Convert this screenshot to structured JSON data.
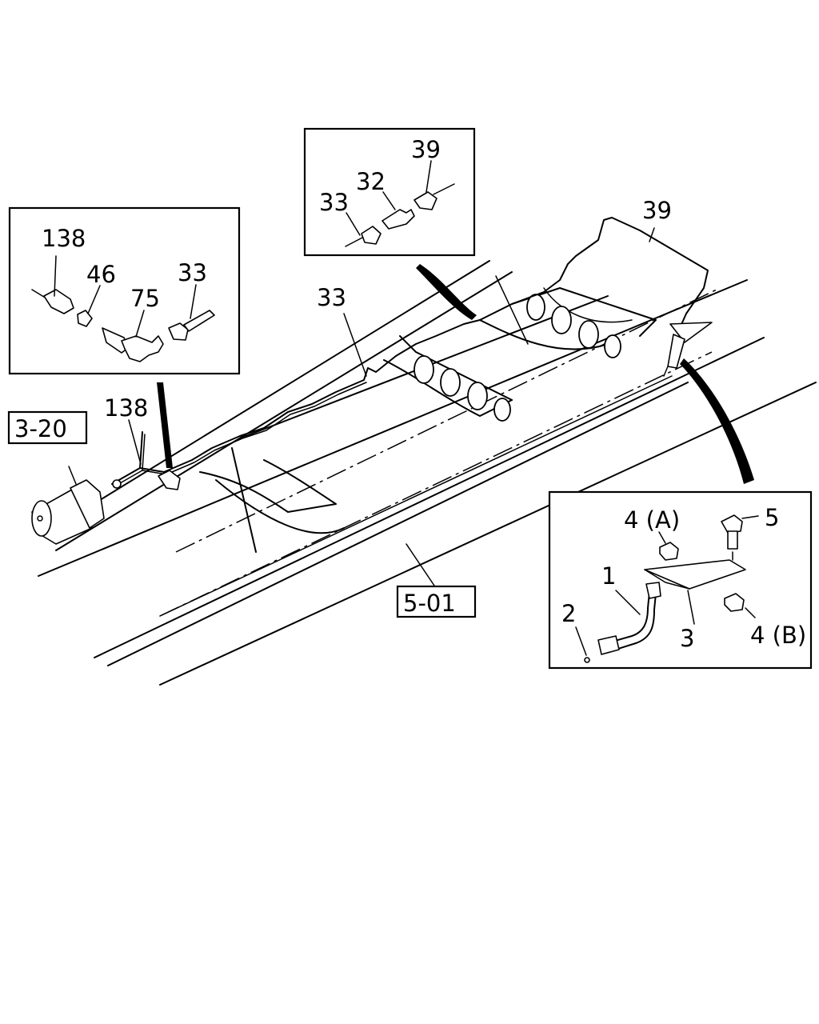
{
  "diagram": {
    "refs": {
      "ref_3_20": "3-20",
      "ref_5_01": "5-01"
    },
    "callouts": {
      "main_138": "138",
      "main_33": "33",
      "main_39": "39"
    },
    "inset_left": {
      "c138": "138",
      "c46": "46",
      "c75": "75",
      "c33": "33"
    },
    "inset_top": {
      "c39": "39",
      "c32": "32",
      "c33": "33"
    },
    "inset_right": {
      "c4a": "4 (A)",
      "c5": "5",
      "c1": "1",
      "c2": "2",
      "c3": "3",
      "c4b": "4 (B)"
    }
  }
}
